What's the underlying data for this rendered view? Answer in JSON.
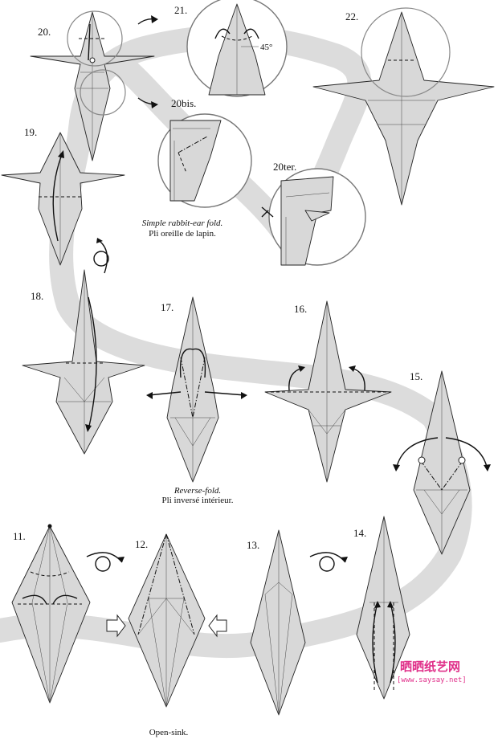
{
  "steps": {
    "s11": "11.",
    "s12": "12.",
    "s13": "13.",
    "s14": "14.",
    "s15": "15.",
    "s16": "16.",
    "s17": "17.",
    "s18": "18.",
    "s19": "19.",
    "s20": "20.",
    "s20bis": "20bis.",
    "s20ter": "20ter.",
    "s21": "21.",
    "s22": "22."
  },
  "captions": {
    "rabbit_en": "Simple rabbit-ear fold.",
    "rabbit_fr": "Pli oreille de lapin.",
    "reverse_en": "Reverse-fold.",
    "reverse_fr": "Pli inversé intérieur.",
    "sink": "Open-sink."
  },
  "angle_label": "45°",
  "watermark": {
    "title": "晒晒纸艺网",
    "url": "[www.saysay.net]"
  },
  "colors": {
    "background_band": "#dcdcdc",
    "paper": "#d8d8d8",
    "watermark": "#e0308a"
  }
}
